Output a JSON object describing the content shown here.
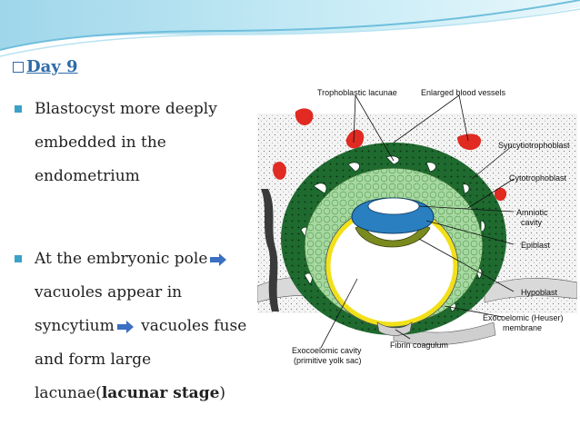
{
  "slide": {
    "title": "Day 9",
    "bullet1": [
      "Blastocyst more deeply",
      "embedded in the",
      "endometrium"
    ],
    "bullet2": {
      "line1": "At the embryonic pole",
      "line2": "vacuoles appear in",
      "line3a": "syncytium",
      "line3b": "vacuoles fuse",
      "line4": "and form large",
      "line5a": "lacunae(",
      "line5b": "lacunar stage",
      "line5c": ")"
    }
  },
  "diagram": {
    "labels": {
      "trophoblastic_lacunae": "Trophoblastic lacunae",
      "enlarged_blood_vessels": "Enlarged blood vessels",
      "syncytiotrophoblast": "Syncytiotrophoblast",
      "cytotrophoblast": "Cytotrophoblast",
      "amniotic_1": "Amniotic",
      "amniotic_2": "cavity",
      "epiblast": "Epiblast",
      "hypoblast": "Hypoblast",
      "exocoelomic_membrane_1": "Exocoelomic (Heuser)",
      "exocoelomic_membrane_2": "membrane",
      "fibrin_coagulum": "Fibrin coagulum",
      "exocoelomic_cavity_1": "Exocoelomic cavity",
      "exocoelomic_cavity_2": "(primitive yolk sac)"
    }
  },
  "colors": {
    "accent_blue": "#2f6ba8",
    "bullet_cyan": "#3aa2c8",
    "syncytio_green": "#1f6a2f",
    "cyto_green": "#9fd29a",
    "epiblast_blue": "#2a7fc0",
    "hypoblast_olive": "#7a8a1e",
    "membrane_yellow": "#f2e019",
    "vessel_red": "#e02a22"
  }
}
